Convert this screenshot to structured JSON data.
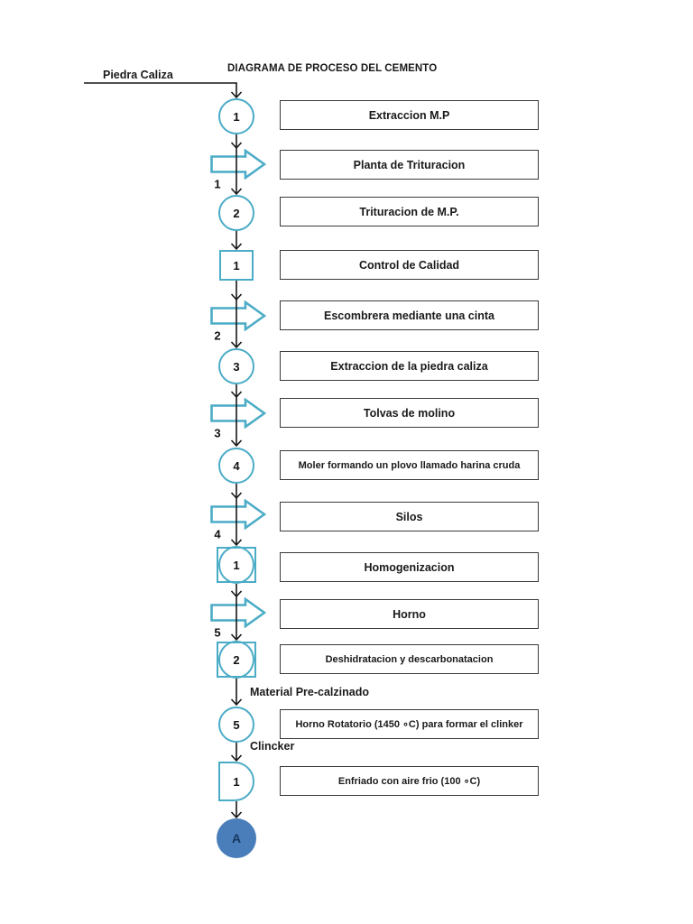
{
  "title": "DIAGRAMA DE PROCESO DEL CEMENTO",
  "feed_label": "Piedra Caliza",
  "colors": {
    "shape_outline": "#4BACC6",
    "terminal_fill": "#4A7EBB",
    "box_border": "#3a3a3a",
    "line_color": "#161616",
    "text_color": "#1a1a1a"
  },
  "steps": [
    {
      "symbol": "operation",
      "num": "1",
      "label": "Extraccion M.P"
    },
    {
      "symbol": "transport",
      "num": "1",
      "label": "Planta de Trituracion"
    },
    {
      "symbol": "operation",
      "num": "2",
      "label": "Trituracion de M.P."
    },
    {
      "symbol": "inspection",
      "num": "1",
      "label": "Control de Calidad"
    },
    {
      "symbol": "transport",
      "num": "2",
      "label": "Escombrera mediante una cinta"
    },
    {
      "symbol": "operation",
      "num": "3",
      "label": "Extraccion de la piedra caliza"
    },
    {
      "symbol": "transport",
      "num": "3",
      "label": "Tolvas de molino"
    },
    {
      "symbol": "operation",
      "num": "4",
      "label": "Moler formando un plovo llamado harina cruda"
    },
    {
      "symbol": "transport",
      "num": "4",
      "label": "Silos"
    },
    {
      "symbol": "combined",
      "num": "1",
      "label": "Homogenizacion"
    },
    {
      "symbol": "transport",
      "num": "5",
      "label": "Horno"
    },
    {
      "symbol": "combined",
      "num": "2",
      "label": "Deshidratacion y descarbonatacion",
      "note": "Material Pre-calzinado"
    },
    {
      "symbol": "operation",
      "num": "5",
      "label": "Horno Rotatorio (1450 ∘C) para formar el clinker",
      "note": "Clincker"
    },
    {
      "symbol": "delay",
      "num": "1",
      "label": "Enfriado con aire frio (100 ∘C)"
    }
  ],
  "terminal": {
    "label": "A"
  }
}
